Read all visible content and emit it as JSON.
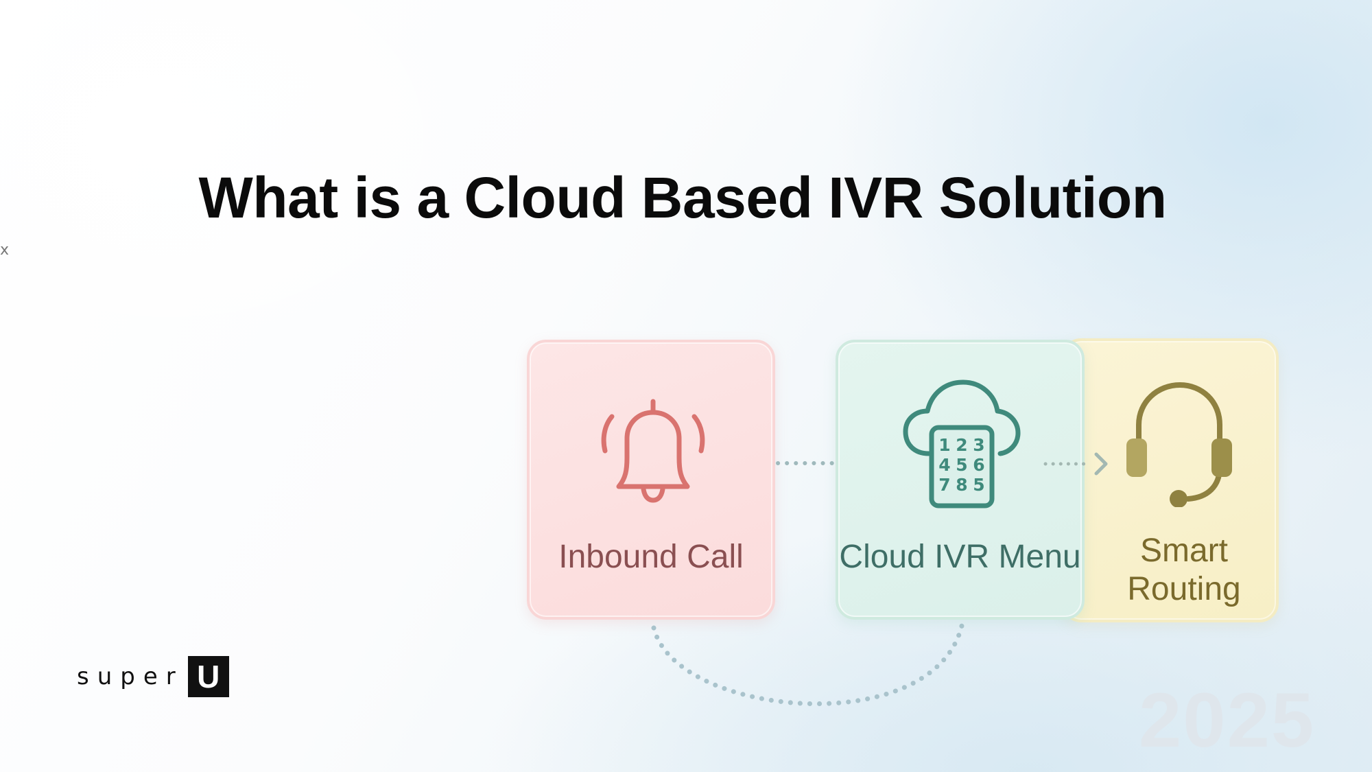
{
  "title": "What is a Cloud Based IVR Solution",
  "corner_mark": "x",
  "cards": {
    "inbound": {
      "label": "Inbound Call",
      "icon": "bell-icon",
      "color": "#d9736f"
    },
    "cloud": {
      "label": "Cloud IVR Menu",
      "icon": "cloud-keypad-icon",
      "color": "#3f8a7c",
      "keypad": [
        "1",
        "2",
        "3",
        "4",
        "5",
        "6",
        "7",
        "8",
        "5"
      ]
    },
    "routing": {
      "label_line1": "Smart",
      "label_line2": "Routing",
      "icon": "headset-icon",
      "color": "#8f8140"
    }
  },
  "logo": {
    "text": "super",
    "box_letter": "U"
  },
  "year": "2025"
}
